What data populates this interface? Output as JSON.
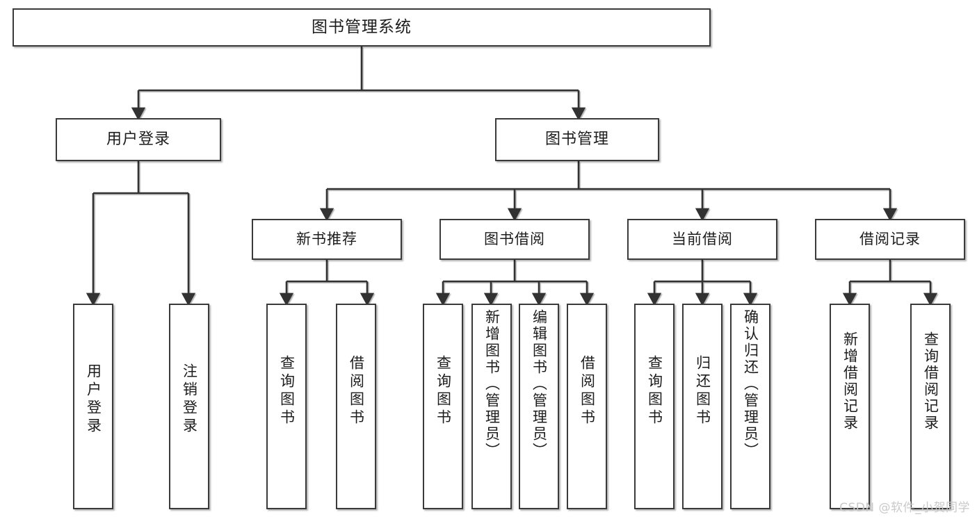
{
  "diagram": {
    "title": "图书管理系统",
    "watermark": "CSDN @软件_小贺同学",
    "colors": {
      "node_border": "#3a3a3a",
      "node_fill": "#ffffff",
      "edge": "#333333",
      "text": "#1c1c1c",
      "watermark": "#c9c9c9"
    },
    "root": {
      "label": "图书管理系统"
    },
    "level1": [
      {
        "label": "用户登录"
      },
      {
        "label": "图书管理"
      }
    ],
    "level2": [
      {
        "label": "新书推荐"
      },
      {
        "label": "图书借阅"
      },
      {
        "label": "当前借阅"
      },
      {
        "label": "借阅记录"
      }
    ],
    "leaves": {
      "user_login": [
        {
          "label": "用户登录"
        },
        {
          "label": "注销登录"
        }
      ],
      "new_book_recommend": [
        {
          "label": "查询图书"
        },
        {
          "label": "借阅图书"
        }
      ],
      "book_borrow": [
        {
          "label": "查询图书"
        },
        {
          "label": "新增图书（管理员）"
        },
        {
          "label": "编辑图书（管理员）"
        },
        {
          "label": "借阅图书"
        }
      ],
      "current_borrow": [
        {
          "label": "查询图书"
        },
        {
          "label": "归还图书"
        },
        {
          "label": "确认归还（管理员）"
        }
      ],
      "borrow_record": [
        {
          "label": "新增借阅记录"
        },
        {
          "label": "查询借阅记录"
        }
      ]
    }
  }
}
